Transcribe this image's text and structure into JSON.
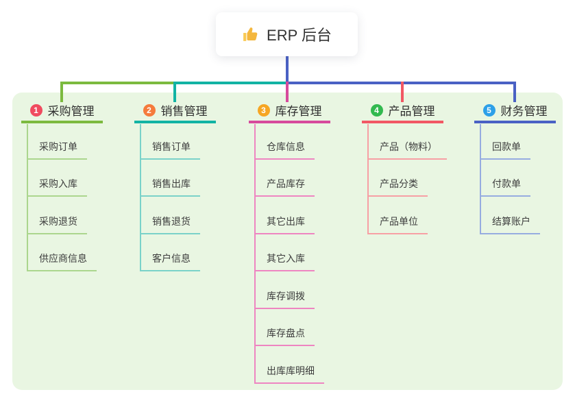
{
  "root": {
    "label": "ERP 后台",
    "icon": "thumbs-up-icon",
    "connector_color": "#4a61c4"
  },
  "canvas": {
    "panel_bg": "#e9f6e2",
    "background": "#ffffff"
  },
  "branches": [
    {
      "badge": "1",
      "label": "采购管理",
      "colors": {
        "badge": "#f04b5f",
        "line": "#7cba3f",
        "child_line": "#abd68d"
      },
      "children": [
        "采购订单",
        "采购入库",
        "采购退货",
        "供应商信息"
      ]
    },
    {
      "badge": "2",
      "label": "销售管理",
      "colors": {
        "badge": "#f57b3c",
        "line": "#12b3a4",
        "child_line": "#7ad2c9"
      },
      "children": [
        "销售订单",
        "销售出库",
        "销售退货",
        "客户信息"
      ]
    },
    {
      "badge": "3",
      "label": "库存管理",
      "colors": {
        "badge": "#f6a623",
        "line": "#d74a9c",
        "child_line": "#ee85c1"
      },
      "children": [
        "仓库信息",
        "产品库存",
        "其它出库",
        "其它入库",
        "库存调拨",
        "库存盘点",
        "出库库明细"
      ]
    },
    {
      "badge": "4",
      "label": "产品管理",
      "colors": {
        "badge": "#32b94f",
        "line": "#f25864",
        "child_line": "#f79fa4"
      },
      "children": [
        "产品（物料）",
        "产品分类",
        "产品单位"
      ]
    },
    {
      "badge": "5",
      "label": "财务管理",
      "colors": {
        "badge": "#2da0e8",
        "line": "#4a61c4",
        "child_line": "#96ace0"
      },
      "children": [
        "回款单",
        "付款单",
        "结算账户"
      ]
    }
  ]
}
